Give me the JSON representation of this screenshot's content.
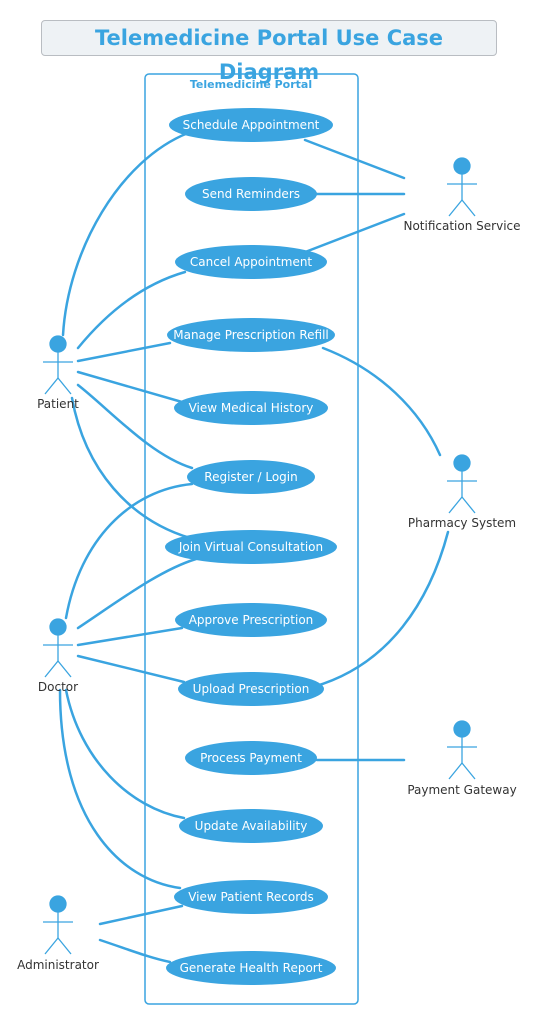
{
  "diagram": {
    "title": "Telemedicine Portal Use Case Diagram",
    "system_boundary": "Telemedicine Portal",
    "colors": {
      "accent": "#3aa4e0",
      "usecase_fill": "#3aa4e0",
      "usecase_text": "#ffffff",
      "label_text": "#333333",
      "title_bg": "#eef2f5"
    },
    "actors": {
      "patient": "Patient",
      "doctor": "Doctor",
      "administrator": "Administrator",
      "notification": "Notification Service",
      "pharmacy": "Pharmacy System",
      "payment": "Payment Gateway"
    },
    "usecases": {
      "schedule": "Schedule Appointment",
      "reminders": "Send Reminders",
      "cancel": "Cancel Appointment",
      "refill": "Manage Prescription Refill",
      "history": "View Medical History",
      "register": "Register / Login",
      "consult": "Join Virtual Consultation",
      "approve": "Approve Prescription",
      "upload": "Upload Prescription",
      "payment": "Process Payment",
      "availability": "Update Availability",
      "records": "View Patient Records",
      "report": "Generate Health Report"
    }
  }
}
